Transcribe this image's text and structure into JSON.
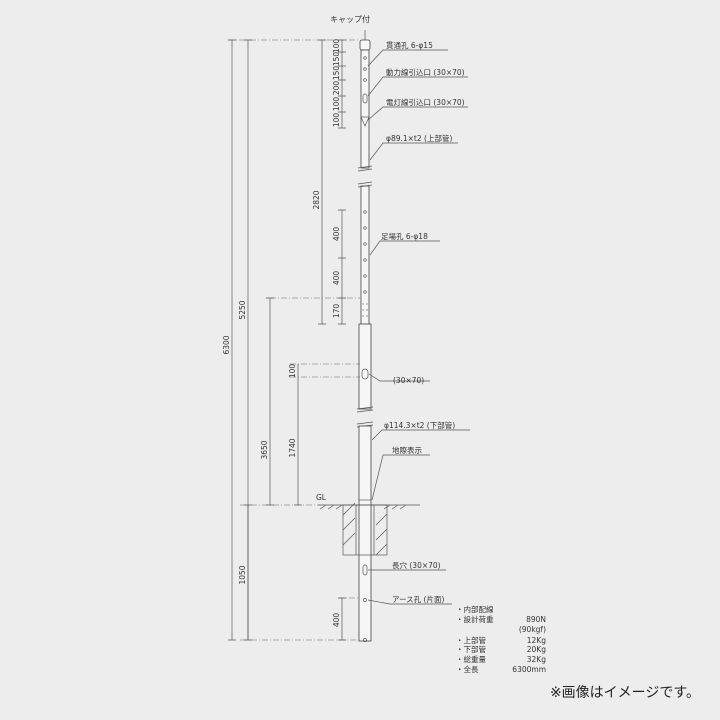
{
  "labels": {
    "cap": "キャップ付",
    "through_hole": "貫通孔 6-φ15",
    "power_inlet": "動力線引込口 (30×70)",
    "light_inlet": "電灯線引込口 (30×70)",
    "upper_pipe": "φ89.1×t2 (上部管)",
    "step_hole": "足場孔 6-φ18",
    "mid_slot": "(30×70)",
    "lower_pipe": "φ114.3×t2 (下部管)",
    "ground_mark": "地際表示",
    "gl": "GL",
    "long_hole": "長穴 (30×70)",
    "earth_hole": "アース孔 (片面)"
  },
  "dimensions": {
    "d100a": "100",
    "d150a": "150",
    "d150b": "150",
    "d100b": "100",
    "d200": "200",
    "d100c": "100",
    "d2820": "2820",
    "d400a": "400",
    "d400b": "400",
    "d170": "170",
    "d5250": "5250",
    "d6300": "6300",
    "d100d": "100",
    "d3650": "3650",
    "d1740": "1740",
    "d1050": "1050",
    "d400c": "400"
  },
  "specs": [
    {
      "label": "・内部配線",
      "value": ""
    },
    {
      "label": "・設計荷重",
      "value": "890N"
    },
    {
      "label": "",
      "value": "(90kgf)"
    },
    {
      "label": "・上部管",
      "value": "12Kg"
    },
    {
      "label": "・下部管",
      "value": "20Kg"
    },
    {
      "label": "・総重量",
      "value": "32Kg"
    },
    {
      "label": "・全長",
      "value": "6300mm"
    }
  ],
  "note": "※画像はイメージです。",
  "colors": {
    "background": "#ededed",
    "line": "#444444",
    "text": "#333333"
  }
}
